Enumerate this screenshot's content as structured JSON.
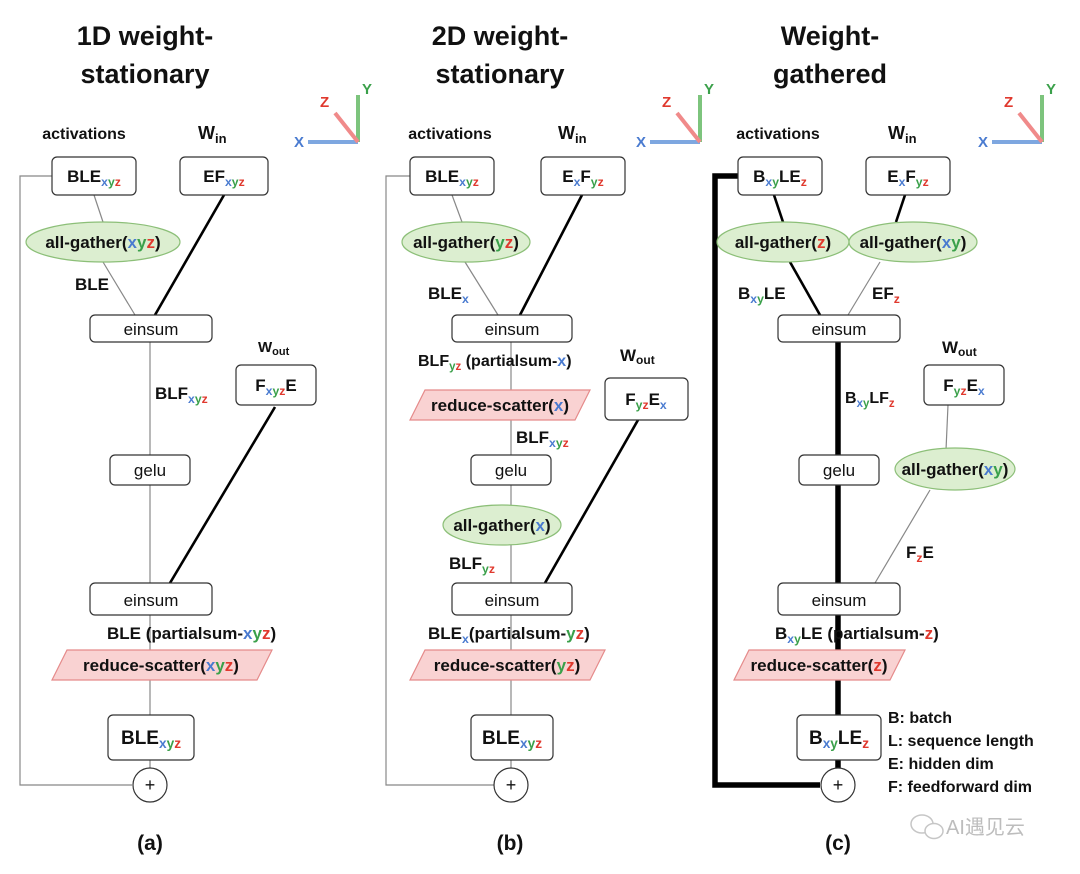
{
  "panels": [
    {
      "title": [
        "1D weight-",
        "stationary"
      ],
      "caption": "(a)",
      "activations_label": "activations",
      "win_label": "W",
      "win_sub": "in",
      "wout_label": "W",
      "wout_sub": "out",
      "act_box": [
        {
          "t": "BLE",
          "c": "k"
        },
        {
          "t": "x",
          "c": "x",
          "s": 1
        },
        {
          "t": "y",
          "c": "y",
          "s": 1
        },
        {
          "t": "z",
          "c": "z",
          "s": 1
        }
      ],
      "win_box": [
        {
          "t": "EF",
          "c": "k"
        },
        {
          "t": "x",
          "c": "x",
          "s": 1
        },
        {
          "t": "y",
          "c": "y",
          "s": 1
        },
        {
          "t": "z",
          "c": "z",
          "s": 1
        }
      ],
      "gather1": [
        {
          "t": "all-gather(",
          "c": "k"
        },
        {
          "t": "x",
          "c": "x"
        },
        {
          "t": "y",
          "c": "y"
        },
        {
          "t": "z",
          "c": "z"
        },
        {
          "t": ")",
          "c": "k"
        }
      ],
      "ble_label": [
        {
          "t": "BLE",
          "c": "k"
        }
      ],
      "einsum1": "einsum",
      "blf_label": [
        {
          "t": "BLF",
          "c": "k"
        },
        {
          "t": "x",
          "c": "x",
          "s": 1
        },
        {
          "t": "y",
          "c": "y",
          "s": 1
        },
        {
          "t": "z",
          "c": "z",
          "s": 1
        }
      ],
      "wout_box": [
        {
          "t": "F",
          "c": "k"
        },
        {
          "t": "x",
          "c": "x",
          "s": 1
        },
        {
          "t": "y",
          "c": "y",
          "s": 1
        },
        {
          "t": "z",
          "c": "z",
          "s": 1
        },
        {
          "t": "E",
          "c": "k"
        }
      ],
      "gelu": "gelu",
      "einsum2": "einsum",
      "partial_label": [
        {
          "t": "BLE ",
          "c": "k"
        },
        {
          "t": "(partialsum-",
          "c": "k"
        },
        {
          "t": "x",
          "c": "x"
        },
        {
          "t": "y",
          "c": "y"
        },
        {
          "t": "z",
          "c": "z"
        },
        {
          "t": ")",
          "c": "k"
        }
      ],
      "scatter2": [
        {
          "t": "reduce-scatter(",
          "c": "k"
        },
        {
          "t": "x",
          "c": "x"
        },
        {
          "t": "y",
          "c": "y"
        },
        {
          "t": "z",
          "c": "z"
        },
        {
          "t": ")",
          "c": "k"
        }
      ],
      "out_box": [
        {
          "t": "BLE",
          "c": "k"
        },
        {
          "t": "x",
          "c": "x",
          "s": 1
        },
        {
          "t": "y",
          "c": "y",
          "s": 1
        },
        {
          "t": "z",
          "c": "z",
          "s": 1
        }
      ],
      "plus": "+"
    },
    {
      "title": [
        "2D weight-",
        "stationary"
      ],
      "caption": "(b)",
      "activations_label": "activations",
      "win_label": "W",
      "win_sub": "in",
      "wout_label": "W",
      "wout_sub": "out",
      "act_box": [
        {
          "t": "BLE",
          "c": "k"
        },
        {
          "t": "x",
          "c": "x",
          "s": 1
        },
        {
          "t": "y",
          "c": "y",
          "s": 1
        },
        {
          "t": "z",
          "c": "z",
          "s": 1
        }
      ],
      "win_box": [
        {
          "t": "E",
          "c": "k"
        },
        {
          "t": "x",
          "c": "x",
          "s": 1
        },
        {
          "t": "F",
          "c": "k"
        },
        {
          "t": "y",
          "c": "y",
          "s": 1
        },
        {
          "t": "z",
          "c": "z",
          "s": 1
        }
      ],
      "gather1": [
        {
          "t": "all-gather(",
          "c": "k"
        },
        {
          "t": "y",
          "c": "y"
        },
        {
          "t": "z",
          "c": "z"
        },
        {
          "t": ")",
          "c": "k"
        }
      ],
      "ble_label": [
        {
          "t": "BLE",
          "c": "k"
        },
        {
          "t": "x",
          "c": "x",
          "s": 1
        }
      ],
      "einsum1": "einsum",
      "blf_label": [
        {
          "t": "BLF",
          "c": "k"
        },
        {
          "t": "y",
          "c": "y",
          "s": 1
        },
        {
          "t": "z",
          "c": "z",
          "s": 1
        },
        {
          "t": " (partialsum-",
          "c": "k"
        },
        {
          "t": "x",
          "c": "x"
        },
        {
          "t": ")",
          "c": "k"
        }
      ],
      "scatter1": [
        {
          "t": "reduce-scatter(",
          "c": "k"
        },
        {
          "t": "x",
          "c": "x"
        },
        {
          "t": ")",
          "c": "k"
        }
      ],
      "blf2_label": [
        {
          "t": "BLF",
          "c": "k"
        },
        {
          "t": "x",
          "c": "x",
          "s": 1
        },
        {
          "t": "y",
          "c": "y",
          "s": 1
        },
        {
          "t": "z",
          "c": "z",
          "s": 1
        }
      ],
      "wout_box": [
        {
          "t": "F",
          "c": "k"
        },
        {
          "t": "y",
          "c": "y",
          "s": 1
        },
        {
          "t": "z",
          "c": "z",
          "s": 1
        },
        {
          "t": "E",
          "c": "k"
        },
        {
          "t": "x",
          "c": "x",
          "s": 1
        }
      ],
      "gelu": "gelu",
      "gather2": [
        {
          "t": "all-gather(",
          "c": "k"
        },
        {
          "t": "x",
          "c": "x"
        },
        {
          "t": ")",
          "c": "k"
        }
      ],
      "blf3_label": [
        {
          "t": "BLF",
          "c": "k"
        },
        {
          "t": "y",
          "c": "y",
          "s": 1
        },
        {
          "t": "z",
          "c": "z",
          "s": 1
        }
      ],
      "einsum2": "einsum",
      "partial_label": [
        {
          "t": "BLE",
          "c": "k"
        },
        {
          "t": "x",
          "c": "x",
          "s": 1
        },
        {
          "t": "(partialsum-",
          "c": "k"
        },
        {
          "t": "y",
          "c": "y"
        },
        {
          "t": "z",
          "c": "z"
        },
        {
          "t": ")",
          "c": "k"
        }
      ],
      "scatter2": [
        {
          "t": "reduce-scatter(",
          "c": "k"
        },
        {
          "t": "y",
          "c": "y"
        },
        {
          "t": "z",
          "c": "z"
        },
        {
          "t": ")",
          "c": "k"
        }
      ],
      "out_box": [
        {
          "t": "BLE",
          "c": "k"
        },
        {
          "t": "x",
          "c": "x",
          "s": 1
        },
        {
          "t": "y",
          "c": "y",
          "s": 1
        },
        {
          "t": "z",
          "c": "z",
          "s": 1
        }
      ],
      "plus": "+"
    },
    {
      "title": [
        "Weight-",
        "gathered"
      ],
      "caption": "(c)",
      "activations_label": "activations",
      "win_label": "W",
      "win_sub": "in",
      "wout_label": "W",
      "wout_sub": "out",
      "act_box": [
        {
          "t": "B",
          "c": "k"
        },
        {
          "t": "x",
          "c": "x",
          "s": 1
        },
        {
          "t": "y",
          "c": "y",
          "s": 1
        },
        {
          "t": "LE",
          "c": "k"
        },
        {
          "t": "z",
          "c": "z",
          "s": 1
        }
      ],
      "win_box": [
        {
          "t": "E",
          "c": "k"
        },
        {
          "t": "x",
          "c": "x",
          "s": 1
        },
        {
          "t": "F",
          "c": "k"
        },
        {
          "t": "y",
          "c": "y",
          "s": 1
        },
        {
          "t": "z",
          "c": "z",
          "s": 1
        }
      ],
      "gather_a": [
        {
          "t": "all-gather(",
          "c": "k"
        },
        {
          "t": "z",
          "c": "z"
        },
        {
          "t": ")",
          "c": "k"
        }
      ],
      "gather_b": [
        {
          "t": "all-gather(",
          "c": "k"
        },
        {
          "t": "x",
          "c": "x"
        },
        {
          "t": "y",
          "c": "y"
        },
        {
          "t": ")",
          "c": "k"
        }
      ],
      "ble_label": [
        {
          "t": "B",
          "c": "k"
        },
        {
          "t": "x",
          "c": "x",
          "s": 1
        },
        {
          "t": "y",
          "c": "y",
          "s": 1
        },
        {
          "t": "LE",
          "c": "k"
        }
      ],
      "ef_label": [
        {
          "t": "EF",
          "c": "k"
        },
        {
          "t": "z",
          "c": "z",
          "s": 1
        }
      ],
      "einsum1": "einsum",
      "blf_label": [
        {
          "t": "B",
          "c": "k"
        },
        {
          "t": "x",
          "c": "x",
          "s": 1
        },
        {
          "t": "y",
          "c": "y",
          "s": 1
        },
        {
          "t": "LF",
          "c": "k"
        },
        {
          "t": "z",
          "c": "z",
          "s": 1
        }
      ],
      "wout_box": [
        {
          "t": "F",
          "c": "k"
        },
        {
          "t": "y",
          "c": "y",
          "s": 1
        },
        {
          "t": "z",
          "c": "z",
          "s": 1
        },
        {
          "t": "E",
          "c": "k"
        },
        {
          "t": "x",
          "c": "x",
          "s": 1
        }
      ],
      "gelu": "gelu",
      "gather2": [
        {
          "t": "all-gather(",
          "c": "k"
        },
        {
          "t": "x",
          "c": "x"
        },
        {
          "t": "y",
          "c": "y"
        },
        {
          "t": ")",
          "c": "k"
        }
      ],
      "fze_label": [
        {
          "t": "F",
          "c": "k"
        },
        {
          "t": "z",
          "c": "z",
          "s": 1
        },
        {
          "t": "E",
          "c": "k"
        }
      ],
      "einsum2": "einsum",
      "partial_label": [
        {
          "t": "B",
          "c": "k"
        },
        {
          "t": "x",
          "c": "x",
          "s": 1
        },
        {
          "t": "y",
          "c": "y",
          "s": 1
        },
        {
          "t": "LE",
          "c": "k"
        },
        {
          "t": " (partialsum-",
          "c": "k"
        },
        {
          "t": "z",
          "c": "z"
        },
        {
          "t": ")",
          "c": "k"
        }
      ],
      "scatter2": [
        {
          "t": "reduce-scatter(",
          "c": "k"
        },
        {
          "t": "z",
          "c": "z"
        },
        {
          "t": ")",
          "c": "k"
        }
      ],
      "out_box": [
        {
          "t": "B",
          "c": "k"
        },
        {
          "t": "x",
          "c": "x",
          "s": 1
        },
        {
          "t": "y",
          "c": "y",
          "s": 1
        },
        {
          "t": "LE",
          "c": "k"
        },
        {
          "t": "z",
          "c": "z",
          "s": 1
        }
      ],
      "plus": "+"
    }
  ],
  "axes": {
    "x": "X",
    "y": "Y",
    "z": "Z"
  },
  "legend": [
    "B: batch",
    "L: sequence length",
    "E: hidden dim",
    "F: feedforward dim"
  ],
  "watermark": "AI遇见云",
  "colors": {
    "x": "#4a7bd0",
    "y": "#3aa04a",
    "z": "#e0392e",
    "gather_fill": "#dceed0",
    "scatter_fill": "#f9d2d2"
  }
}
